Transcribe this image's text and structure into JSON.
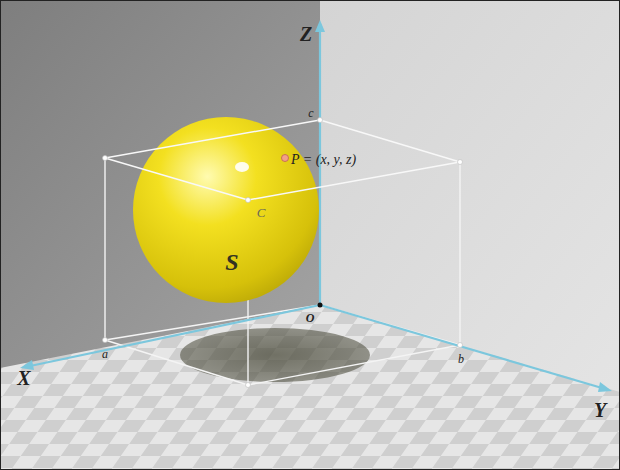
{
  "diagram": {
    "labels": [
      "Z",
      "c",
      "P = (x, y, z)",
      "C",
      "S",
      "O",
      "a",
      "b",
      "X",
      "Y"
    ]
  }
}
